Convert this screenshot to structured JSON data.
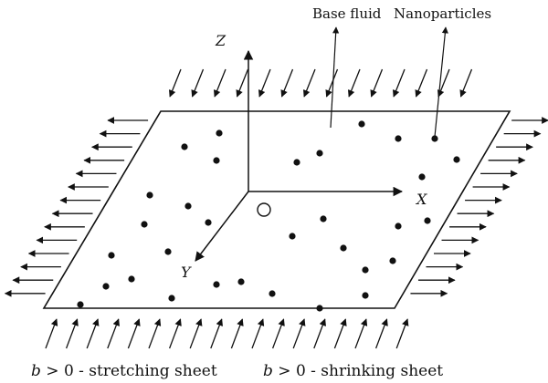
{
  "labels": {
    "base_fluid": "Base fluid",
    "nanoparticles": "Nanoparticles",
    "axis_z": "Z",
    "axis_x": "X",
    "axis_y": "Y"
  },
  "captions": {
    "left": {
      "var": "b",
      "rest": " > 0 - stretching sheet"
    },
    "right": {
      "var": "b",
      "rest": " > 0 - shrinking sheet"
    }
  },
  "colors": {
    "ink": "#111111",
    "background": "#ffffff"
  }
}
